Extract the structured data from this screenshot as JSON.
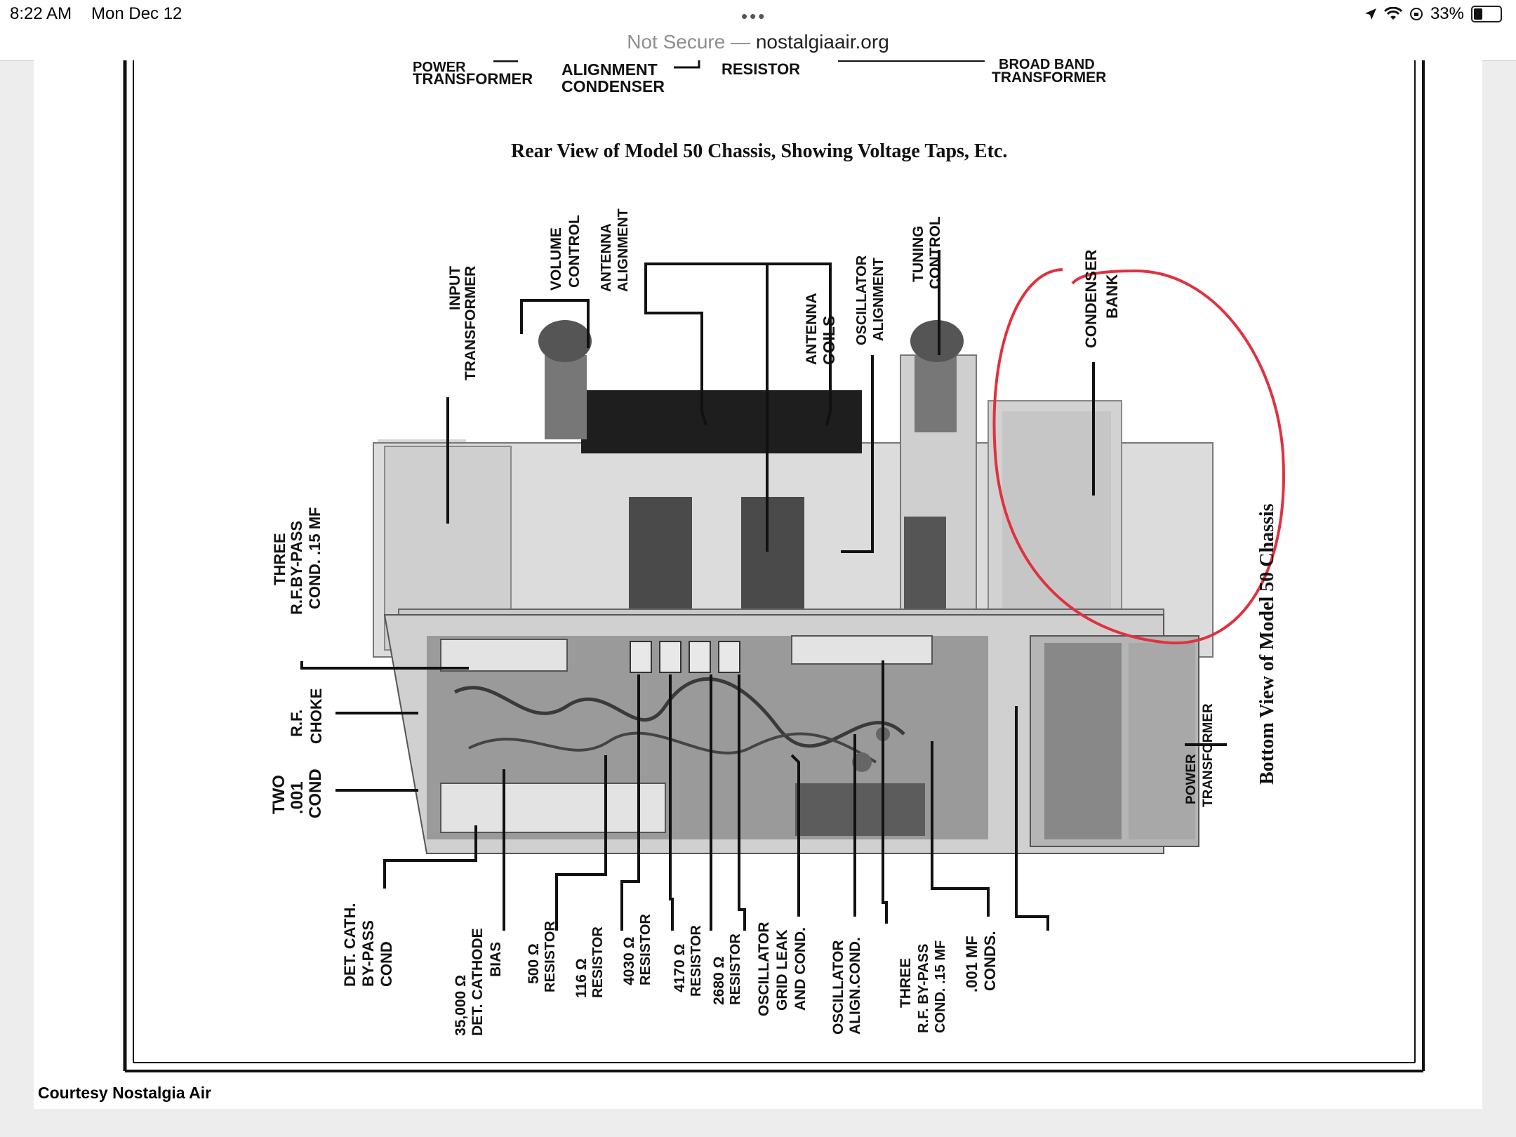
{
  "status_bar": {
    "time": "8:22 AM",
    "date": "Mon Dec 12",
    "battery": "33%"
  },
  "address_bar": {
    "security": "Not Secure",
    "separator": " — ",
    "domain": "nostalgiaair.org"
  },
  "figure": {
    "top_labels": {
      "power_transformer_1": "POWER",
      "power_transformer_2": "TRANSFORMER",
      "alignment_condenser_1": "ALIGNMENT",
      "alignment_condenser_2": "CONDENSER",
      "resistor": "RESISTOR",
      "broad_band_1": "BROAD BAND",
      "broad_band_2": "TRANSFORMER"
    },
    "title": "Rear View of Model 50 Chassis, Showing Voltage Taps, Etc.",
    "side_title": "Bottom View of Model 50 Chassis",
    "labels": {
      "volume_control_1": "VOLUME",
      "volume_control_2": "CONTROL",
      "antenna_alignment_1": "ANTENNA",
      "antenna_alignment_2": "ALIGNMENT",
      "input_transformer_1": "INPUT",
      "input_transformer_2": "TRANSFORMER",
      "antenna_coils_1": "ANTENNA",
      "antenna_coils_2": "COILS",
      "oscillator_alignment_1": "OSCILLATOR",
      "oscillator_alignment_2": "ALIGNMENT",
      "tuning_control_1": "TUNING",
      "tuning_control_2": "CONTROL",
      "condenser_bank_1": "CONDENSER",
      "condenser_bank_2": "BANK",
      "three_rf_bypass_1": "THREE",
      "three_rf_bypass_2": "R.F.BY-PASS",
      "three_rf_bypass_3": "COND. .15 MF",
      "rf_choke_1": "R.F.",
      "rf_choke_2": "CHOKE",
      "two_001_1": "TWO",
      "two_001_2": ".001",
      "two_001_3": "COND",
      "power_transformer_1": "POWER",
      "power_transformer_2": "TRANSFORMER",
      "det_cath_1": "DET. CATH.",
      "det_cath_2": "BY-PASS",
      "det_cath_3": "COND",
      "det_bias_1": "35,000 Ω",
      "det_bias_2": "DET. CATHODE",
      "det_bias_3": "BIAS",
      "r500_1": "500 Ω",
      "r500_2": "RESISTOR",
      "r116_1": "116 Ω",
      "r116_2": "RESISTOR",
      "r4030_1": "4030 Ω",
      "r4030_2": "RESISTOR",
      "r4170_1": "4170 Ω",
      "r4170_2": "RESISTOR",
      "r2680_1": "2680 Ω",
      "r2680_2": "RESISTOR",
      "osc_grid_1": "OSCILLATOR",
      "osc_grid_2": "GRID LEAK",
      "osc_grid_3": "AND COND.",
      "osc_align_1": "OSCILLATOR",
      "osc_align_2": "ALIGN.COND.",
      "three_rf_b_1": "THREE",
      "three_rf_b_2": "R.F. BY-PASS",
      "three_rf_b_3": "COND. .15 MF",
      "mf001_1": ".001 MF",
      "mf001_2": "CONDS."
    },
    "annotation_color": "#e0313f"
  },
  "credit": "Courtesy Nostalgia Air"
}
